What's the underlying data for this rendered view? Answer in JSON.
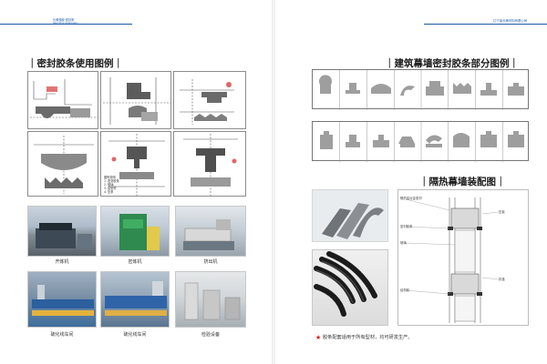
{
  "header": {
    "left_title": "长美橡胶·密封条",
    "left_sub": "Seal Strip Application",
    "right_title": "辽宁省长美材料有限公司"
  },
  "left": {
    "heading": "｜密封胶条使用图例｜",
    "legend_lines": [
      "图例说明",
      "1. 密封胶条",
      "2. 玻璃",
      "3. 铝型材",
      "4. 压条"
    ],
    "photos": [
      {
        "caption": "开炼机"
      },
      {
        "caption": "密炼机"
      },
      {
        "caption": "挤出机"
      },
      {
        "caption": "硫化线车间"
      },
      {
        "caption": "硫化线车间"
      },
      {
        "caption": "检验设备"
      }
    ]
  },
  "right": {
    "heading": "｜建筑幕墙密封胶条部分图例｜",
    "heading2": "｜隔热幕墙装配图｜",
    "note": "胶条配套适用于所有型材，均可研发生产。",
    "assembly_labels": [
      "隔热铝合金型材",
      "密封胶条",
      "玻璃",
      "压板",
      "扣盖",
      "结构胶"
    ]
  }
}
